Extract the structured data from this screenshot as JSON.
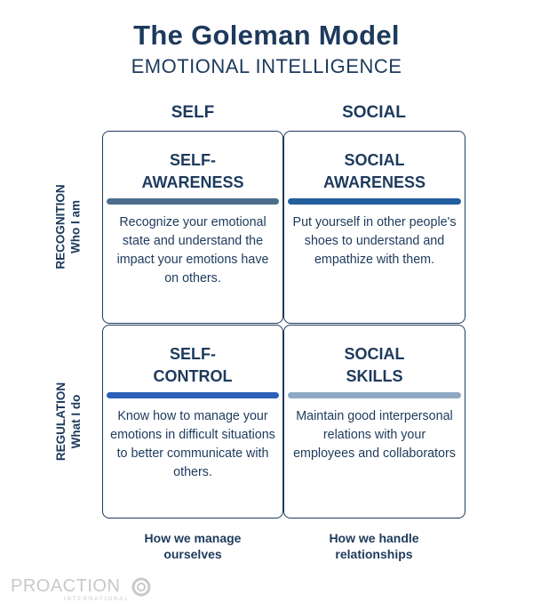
{
  "header": {
    "title": "The Goleman Model",
    "subtitle": "EMOTIONAL INTELLIGENCE"
  },
  "columns": [
    "SELF",
    "SOCIAL"
  ],
  "rows": [
    {
      "line1": "RECOGNITION",
      "line2": "Who I am"
    },
    {
      "line1": "REGULATION",
      "line2": "What I do"
    }
  ],
  "cells": [
    {
      "title_line1": "SELF-",
      "title_line2": "AWARENESS",
      "description": "Recognize your emotional state and understand the impact your emotions have on others.",
      "bar_color": "#4d6e8c"
    },
    {
      "title_line1": "SOCIAL",
      "title_line2": "AWARENESS",
      "description": "Put yourself in other people's shoes to understand and empathize with them.",
      "bar_color": "#235f9c"
    },
    {
      "title_line1": "SELF-",
      "title_line2": "CONTROL",
      "description": "Know how to manage your emotions in difficult situations to better communicate with others.",
      "bar_color": "#2c5fb8"
    },
    {
      "title_line1": "SOCIAL",
      "title_line2": "SKILLS",
      "description": "Maintain good interpersonal relations with your employees and collaborators",
      "bar_color": "#8fa9c4"
    }
  ],
  "footers": [
    {
      "line1": "How we manage",
      "line2": "ourselves"
    },
    {
      "line1": "How we handle",
      "line2": "relationships"
    }
  ],
  "logo": {
    "name": "PROACTION",
    "sub": "INTERNATIONAL"
  },
  "colors": {
    "primary": "#1d3a5c",
    "logo_gray": "#c9c9c9"
  }
}
